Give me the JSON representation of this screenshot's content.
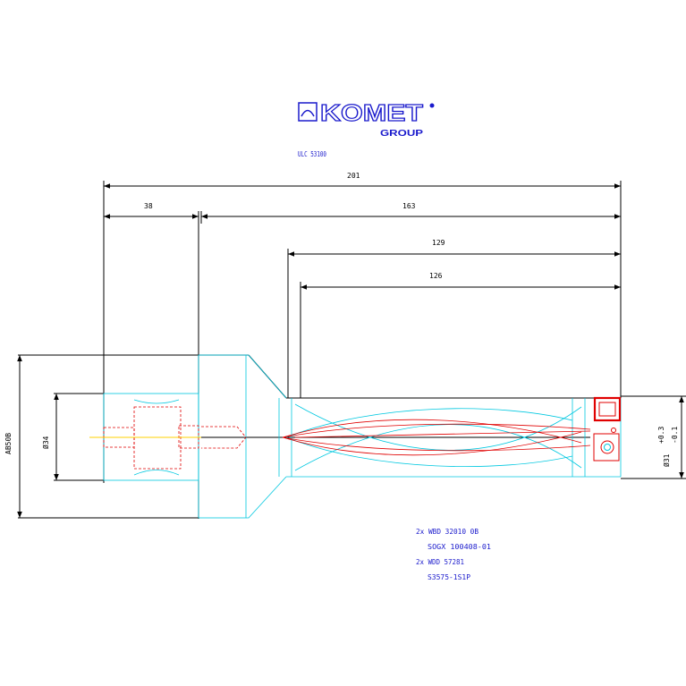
{
  "logo": {
    "brand": "KOMET",
    "group": "GROUP",
    "mark": "registered-mark"
  },
  "part_number": "ULC 53100",
  "dimensions": {
    "overall_length": "201",
    "shank_length": "38",
    "body_length": "163",
    "flute_length_outer": "129",
    "flute_length_inner": "126",
    "shank_height": "AB50B",
    "shank_diameter": "Ø34",
    "drill_diameter": "Ø31",
    "tol_upper": "+0.3",
    "tol_lower": "-0.1"
  },
  "notes": [
    "2x WBD 32010 0B",
    "SOGX 100408-01",
    "2x WDD 57281",
    "S3575-1S1P"
  ],
  "colors": {
    "outline": "#000000",
    "body": "#00c8e0",
    "hidden": "#e00000",
    "text": "#1a1acc",
    "axis": "#ffd000"
  }
}
